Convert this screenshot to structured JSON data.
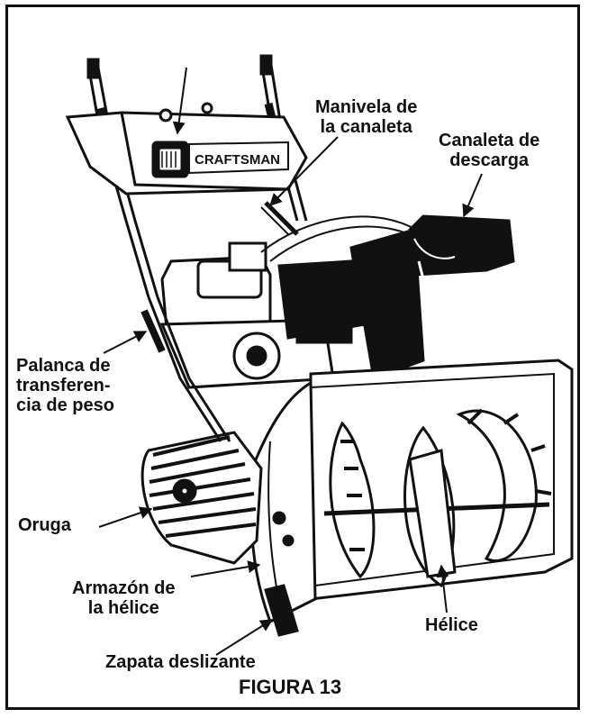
{
  "figure": {
    "caption": "FIGURA 13",
    "brand": "CRAFTSMAN"
  },
  "labels": {
    "manivela_line1": "Manivela de",
    "manivela_line2": "la canaleta",
    "canaleta_line1": "Canaleta de",
    "canaleta_line2": "descarga",
    "palanca_line1": "Palanca de",
    "palanca_line2": "transferen-",
    "palanca_line3": "cia de peso",
    "oruga": "Oruga",
    "armazon_line1": "Armazón de",
    "armazon_line2": "la hélice",
    "helice": "Hélice",
    "zapata": "Zapata deslizante"
  }
}
